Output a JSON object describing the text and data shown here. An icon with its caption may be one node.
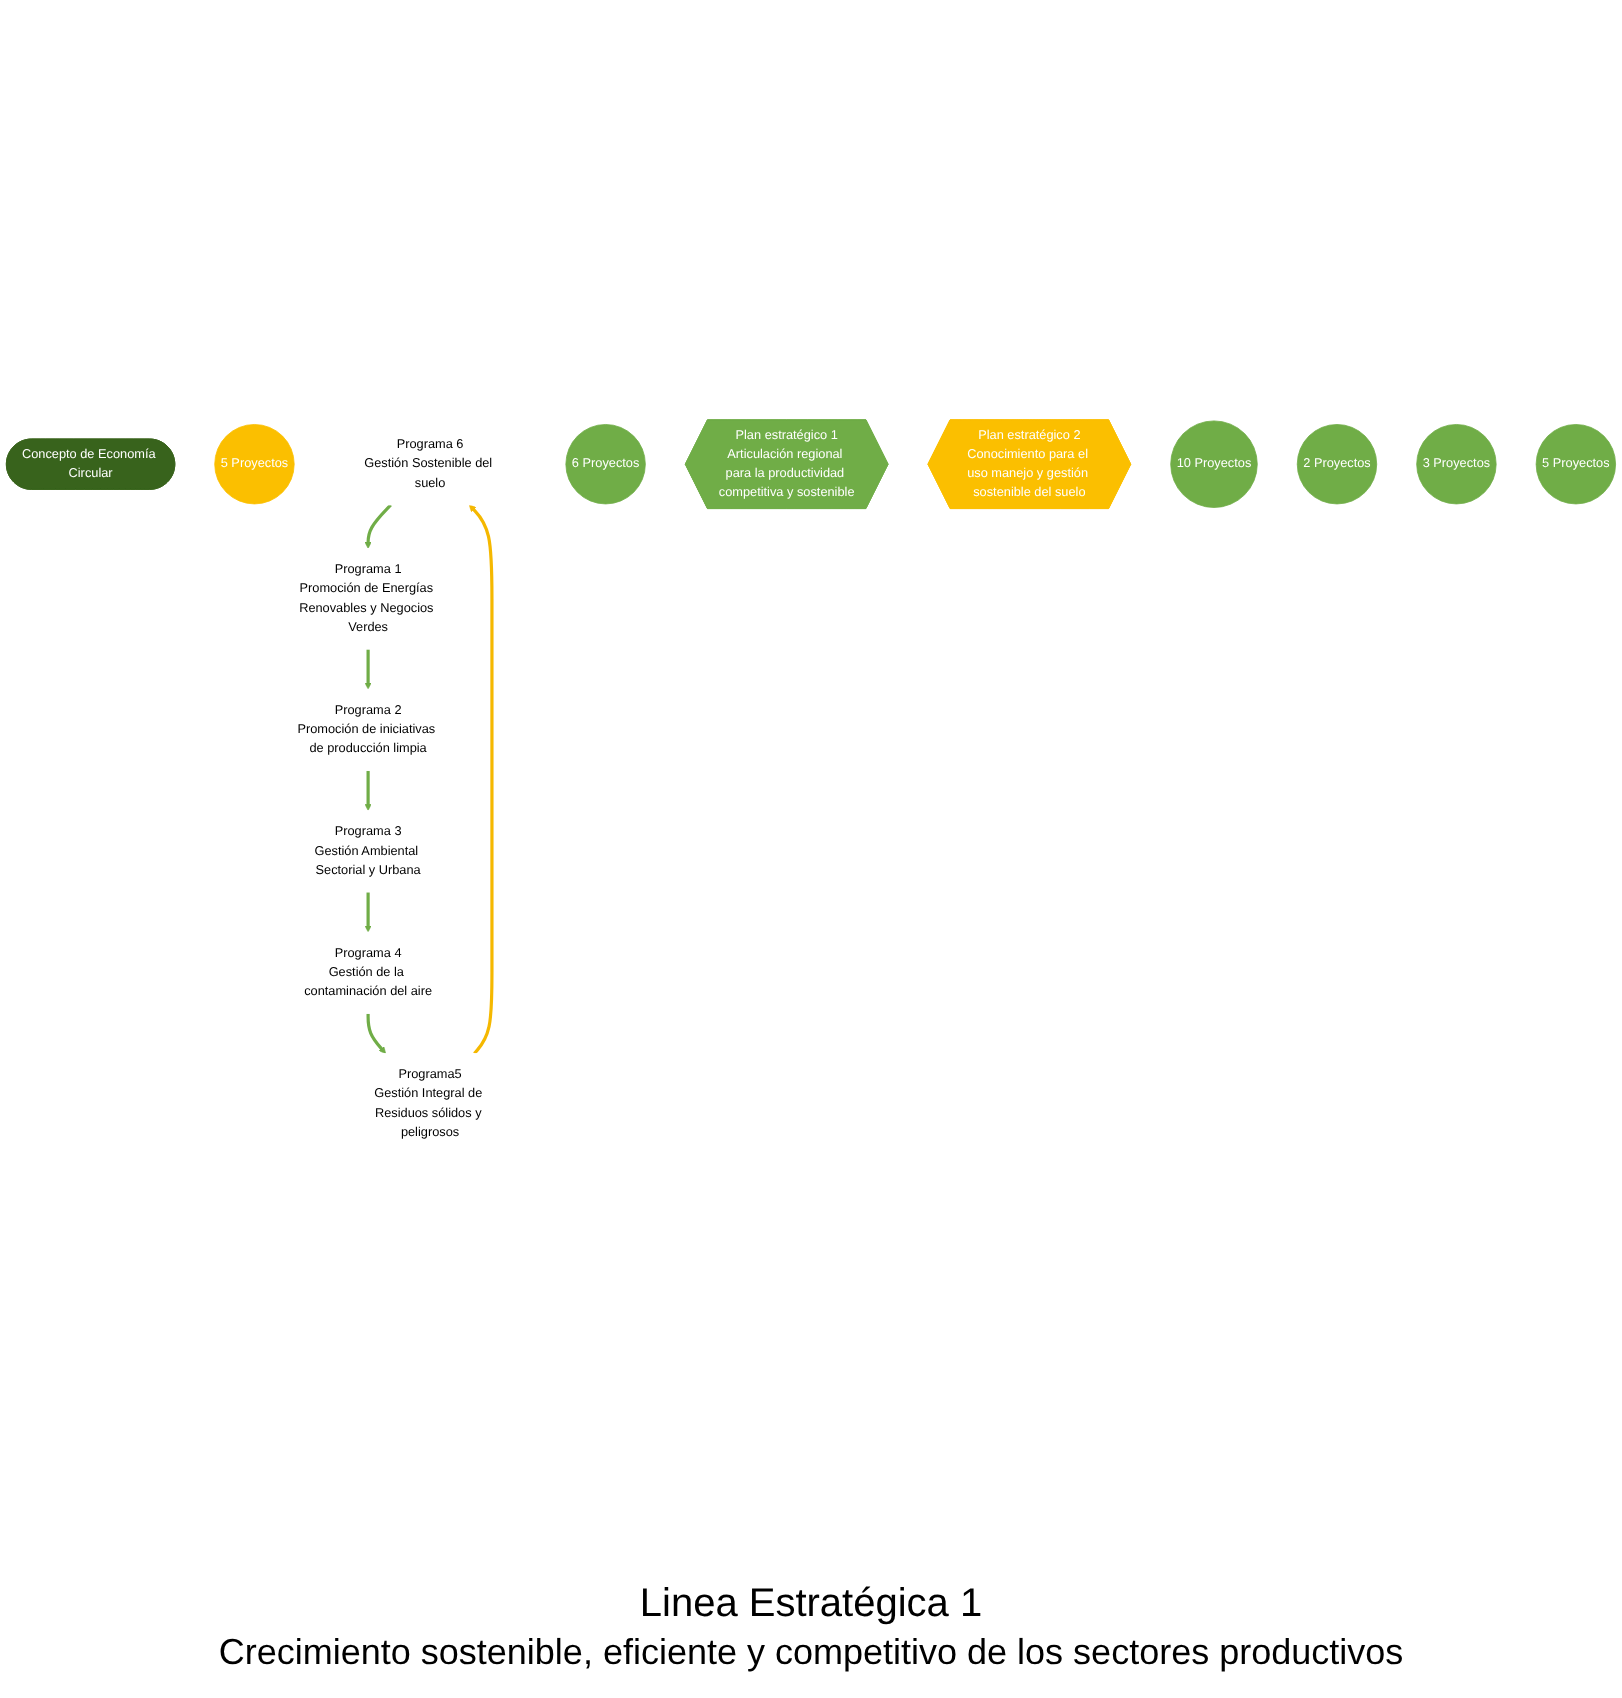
{
  "diagram": {
    "title": "Linea Estratégica 1",
    "caption": "Crecimiento sostenible, eficiente y competitivo de los sectores productivos",
    "nodes": [
      {
        "text": [
          "Concepto de Economía Circular"
        ]
      },
      {
        "text": [
          "5 Proyectos"
        ]
      },
      {
        "text": [
          "Programa 6",
          "Gestión Sostenible del suelo"
        ]
      },
      {
        "text": [
          "Programa 1",
          "Promoción de Energías Renovables y Negocios Verdes"
        ]
      },
      {
        "text": [
          "6 Proyectos"
        ]
      },
      {
        "text": [
          "Plan estratégico 1",
          "Articulación regional para la productividad competitiva y sostenible"
        ]
      },
      {
        "text": [
          "Plan estratégico 2",
          "Conocimiento para el uso manejo y gestión sostenible del suelo"
        ]
      },
      {
        "text": [
          "10 Proyectos"
        ]
      },
      {
        "text": [
          "Programa5",
          "Gestión Integral de Residuos sólidos y peligrosos"
        ]
      },
      {
        "text": [
          "Programa 2",
          "Promoción de iniciativas de producción limpia"
        ]
      },
      {
        "text": [
          "2 Proyectos"
        ]
      },
      {
        "text": [
          "Programa 4",
          "Gestión de la contaminación del aire"
        ]
      },
      {
        "text": [
          "Programa 3",
          "Gestión Ambiental Sectorial y Urbana"
        ]
      },
      {
        "text": [
          "3 Proyectos"
        ]
      },
      {
        "text": [
          "5 Proyectos"
        ]
      }
    ],
    "edges": [
      {
        "from": 2,
        "to": 3,
        "arrow": "to"
      },
      {
        "from": 3,
        "to": 9,
        "arrow": "to"
      },
      {
        "from": 9,
        "to": 12,
        "arrow": "to"
      },
      {
        "from": 12,
        "to": 11,
        "arrow": "to"
      },
      {
        "from": 11,
        "to": 8,
        "arrow": "to"
      },
      {
        "from": 8,
        "to": 2,
        "arrow": "to",
        "color": "#f5b800"
      }
    ]
  }
}
